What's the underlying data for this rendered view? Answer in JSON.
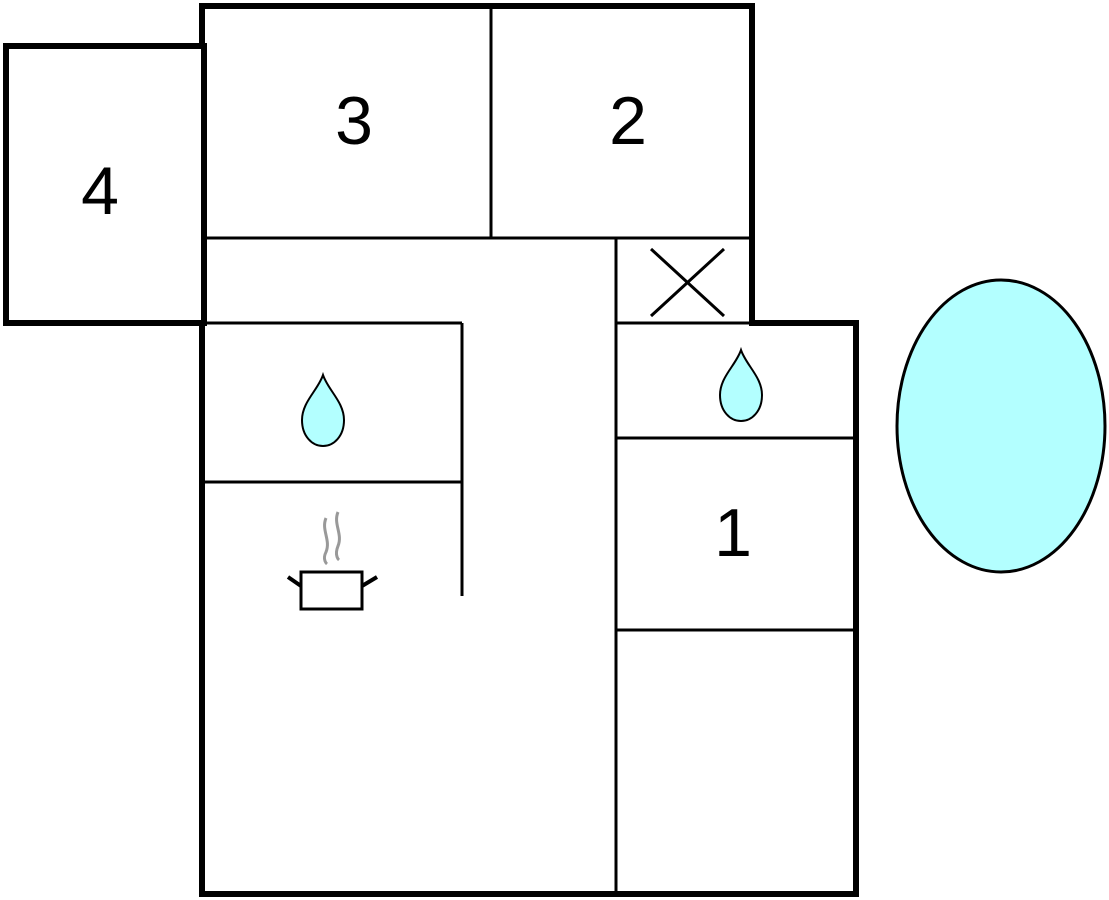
{
  "floorplan": {
    "rooms": [
      {
        "label": "1"
      },
      {
        "label": "2"
      },
      {
        "label": "3"
      },
      {
        "label": "4"
      }
    ],
    "icons": {
      "bathroom_1": "water-drop-icon",
      "bathroom_2": "water-drop-icon",
      "kitchen": "cooking-pot-icon",
      "void": "cross-icon",
      "pool": "pool-icon"
    },
    "colors": {
      "water": "#b3ffff",
      "walls": "#000000",
      "steam": "#999999"
    }
  }
}
